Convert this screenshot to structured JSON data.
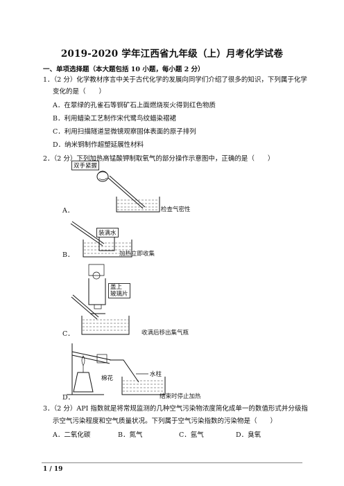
{
  "title": "2019-2020 学年江西省九年级（上）月考化学试卷",
  "section": "一、单项选择题（本大题包括 10 小题，每小题 2 分）",
  "q1": {
    "stem_line1": "1．（2 分）化学教材序言中关于古代化学的发展向同学们介绍了很多的知识，下列属于化学",
    "stem_line2": "变化的是（　　）",
    "options": [
      "A．在翠绿的孔雀石等铜矿石上面燃烧炭火得到红色物质",
      "B．利用蜡染工艺制作宋代鹭鸟纹蜡染褶裙",
      "C．利用扫描隧道显微镜观察固体表面的原子排列",
      "D．纳米铜制作超塑延展性材料"
    ]
  },
  "q2": {
    "stem": "2．（2 分）下列加热高锰酸钾制取氧气的部分操作示意图中，正确的是（　　）",
    "a_label": "A．",
    "a_caption": "检查气密性",
    "a_hand": "双手紧握",
    "b_label": "B．",
    "b_caption": "加热立即收集",
    "b_hand": "装满水",
    "c_label": "C．",
    "c_caption": "收满后移出集气瓶",
    "c_hand_1": "盖上",
    "c_hand_2": "玻璃片",
    "d_label": "D．",
    "d_caption": "结束时停止加热",
    "d_hand_1": "棉花",
    "d_hand_2": "水柱"
  },
  "q3": {
    "stem_line1": "3．（2 分）API 指数就是将常规监测的几种空气污染物浓度简化成单一的数值形式并分级指",
    "stem_line2": "示空气污染程度和空气质量状况。下列属于空气污染指数的污染物是（　　）",
    "options": [
      "A．二氧化碳",
      "B．氮气",
      "C．氩气",
      "D．臭氧"
    ]
  },
  "footer": "1 / 19"
}
